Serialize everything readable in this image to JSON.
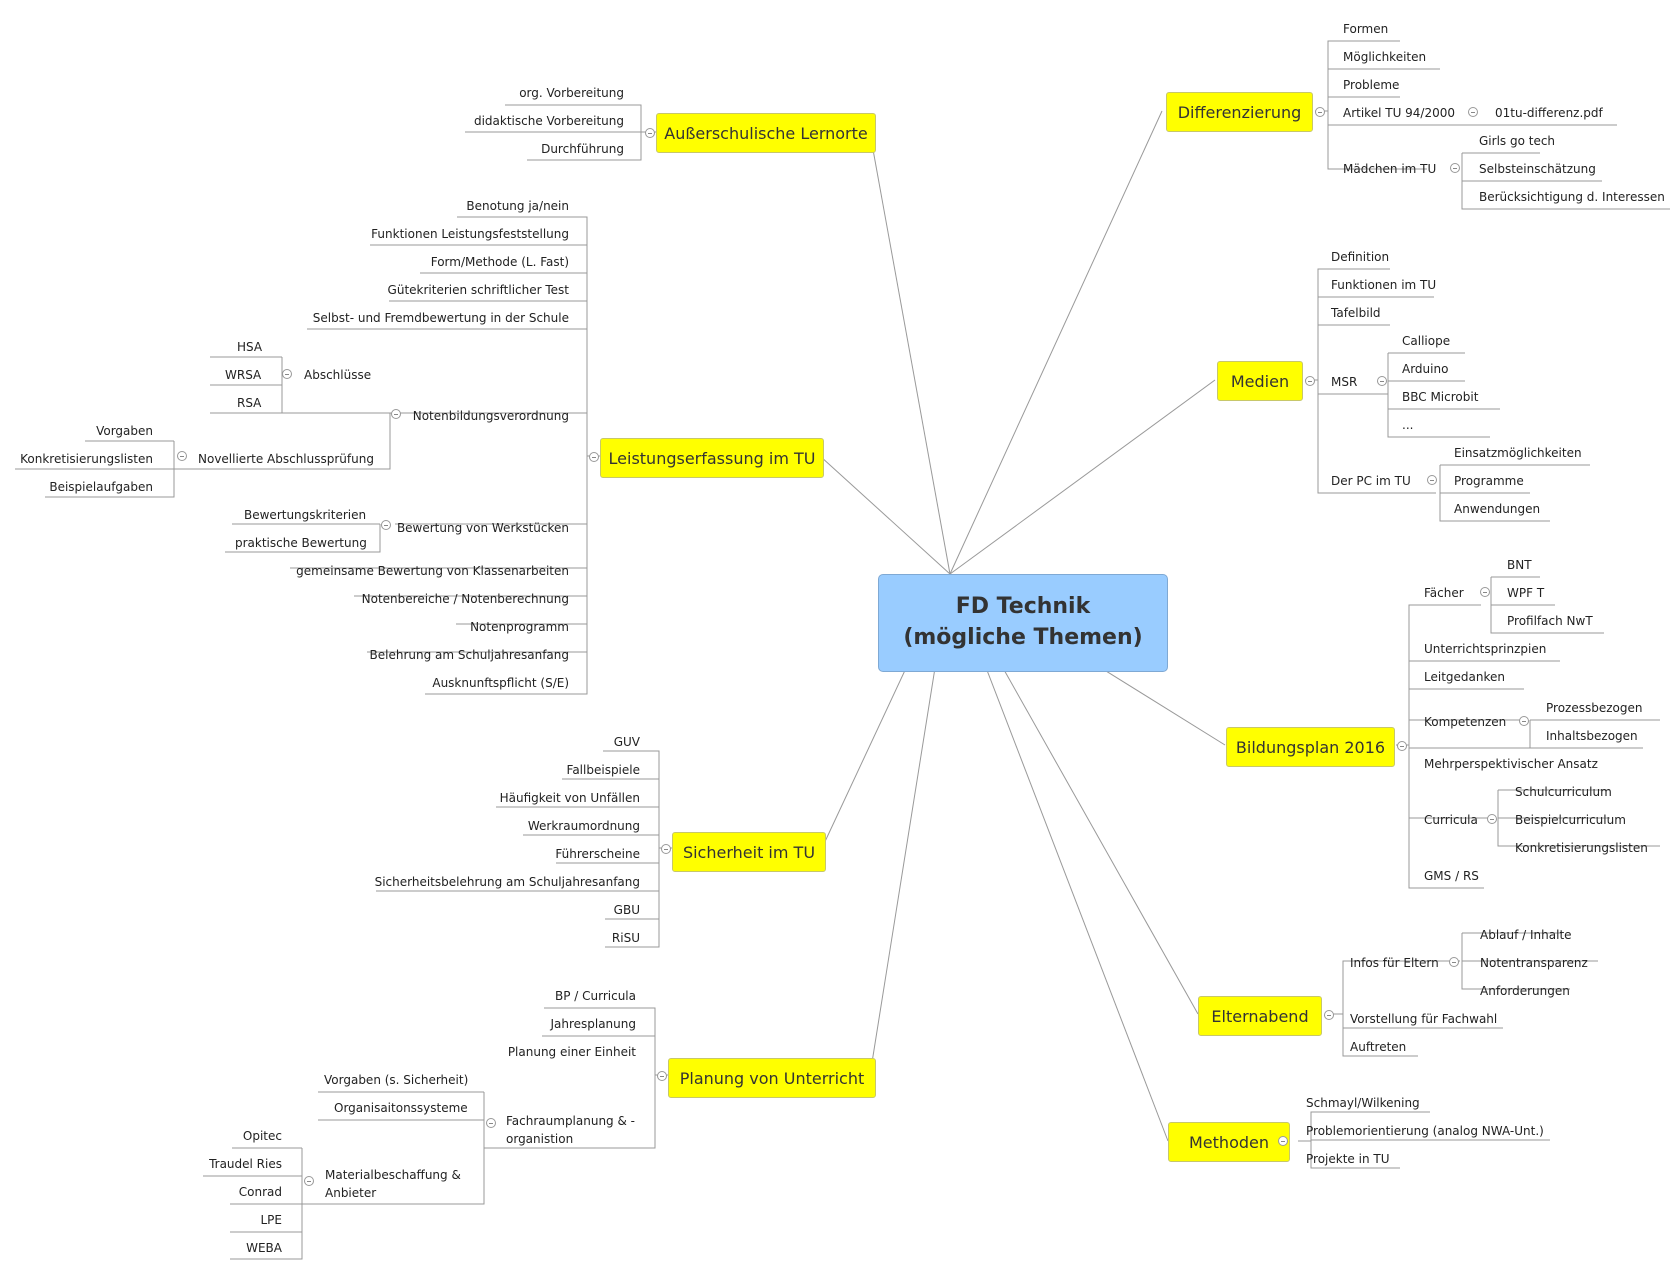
{
  "central": {
    "line1": "FD Technik",
    "line2": "(mögliche Themen)"
  },
  "branches": {
    "aussen": {
      "label": "Außerschulische Lernorte",
      "items": [
        "org. Vorbereitung",
        "didaktische Vorbereitung",
        "Durchführung"
      ]
    },
    "leistung": {
      "label": "Leistungserfassung im TU",
      "items": [
        "Benotung ja/nein",
        "Funktionen Leistungsfeststellung",
        "Form/Methode (L. Fast)",
        "Gütekriterien schriftlicher Test",
        "Selbst- und Fremdbewertung in der Schule"
      ],
      "nbv": {
        "label": "Notenbildungsverordnung",
        "abschluesse": {
          "label": "Abschlüsse",
          "items": [
            "HSA",
            "WRSA",
            "RSA"
          ]
        },
        "novelliert": {
          "label": "Novellierte Abschlussprüfung",
          "items": [
            "Vorgaben",
            "Konkretisierungslisten",
            "Beispielaufgaben"
          ]
        }
      },
      "werk": {
        "label": "Bewertung von Werkstücken",
        "items": [
          "Bewertungskriterien",
          "praktische Bewertung"
        ]
      },
      "items2": [
        "gemeinsame Bewertung von Klassenarbeiten",
        "Notenbereiche / Notenberechnung",
        "Notenprogramm",
        "Belehrung am Schuljahresanfang",
        "Ausknunftspflicht (S/E)"
      ]
    },
    "sicherheit": {
      "label": "Sicherheit im TU",
      "items": [
        "GUV",
        "Fallbeispiele",
        "Häufigkeit von Unfällen",
        "Werkraumordnung",
        "Führerscheine",
        "Sicherheitsbelehrung am Schuljahresanfang",
        "GBU",
        "RiSU"
      ]
    },
    "planung": {
      "label": "Planung von Unterricht",
      "items": [
        "BP / Curricula",
        "Jahresplanung",
        "Planung einer Einheit"
      ],
      "fach": {
        "line1": "Fachraumplanung & -",
        "line2": "organistion",
        "items": [
          "Vorgaben (s. Sicherheit)",
          "Organisaitonssysteme"
        ],
        "material": {
          "line1": "Materialbeschaffung &",
          "line2": "Anbieter",
          "items": [
            "Opitec",
            "Traudel Ries",
            "Conrad",
            "LPE",
            "WEBA"
          ]
        }
      }
    },
    "diff": {
      "label": "Differenzierung",
      "items": [
        "Formen",
        "Möglichkeiten",
        "Probleme"
      ],
      "artikel": {
        "label": "Artikel TU 94/2000",
        "file": "01tu-differenz.pdf"
      },
      "maedchen": {
        "label": "Mädchen im TU",
        "items": [
          "Girls go tech",
          "Selbsteinschätzung",
          "Berücksichtigung d. Interessen"
        ]
      }
    },
    "medien": {
      "label": "Medien",
      "items": [
        "Definition",
        "Funktionen im TU",
        "Tafelbild"
      ],
      "msr": {
        "label": "MSR",
        "items": [
          "Calliope",
          "Arduino",
          "BBC Microbit",
          "..."
        ]
      },
      "pc": {
        "label": "Der PC im TU",
        "items": [
          "Einsatzmöglichkeiten",
          "Programme",
          "Anwendungen"
        ]
      }
    },
    "bildung": {
      "label": "Bildungsplan 2016",
      "faecher": {
        "label": "Fächer",
        "items": [
          "BNT",
          "WPF T",
          "Profilfach NwT"
        ]
      },
      "items": [
        "Unterrichtsprinzpien",
        "Leitgedanken"
      ],
      "kompetenzen": {
        "label": "Kompetenzen",
        "items": [
          "Prozessbezogen",
          "Inhaltsbezogen"
        ]
      },
      "mehr": "Mehrperspektivischer Ansatz",
      "curricula": {
        "label": "Curricula",
        "items": [
          "Schulcurriculum",
          "Beispielcurriculum",
          "Konkretisierungslisten"
        ]
      },
      "gms": "GMS / RS"
    },
    "eltern": {
      "label": "Elternabend",
      "infos": {
        "label": "Infos für Eltern",
        "items": [
          "Ablauf / Inhalte",
          "Notentransparenz",
          "Anforderungen"
        ]
      },
      "items": [
        "Vorstellung für Fachwahl",
        "Auftreten"
      ]
    },
    "methoden": {
      "label": "Methoden",
      "items": [
        "Schmayl/Wilkening",
        "Problemorientierung (analog NWA-Unt.)",
        "Projekte in TU"
      ]
    }
  }
}
